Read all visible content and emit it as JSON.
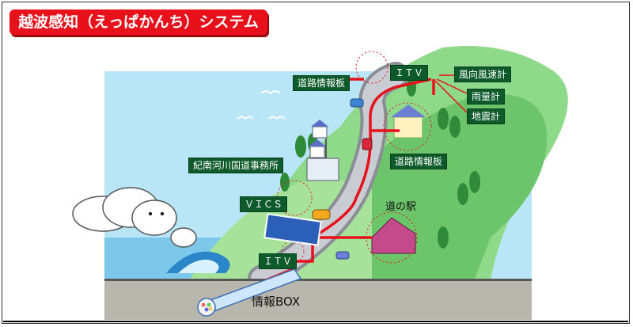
{
  "title": "越波感知（えっぱかんち）システム",
  "labels": {
    "road_info_board_top": "道路情報板",
    "itv_top": "ＩＴＶ",
    "wind_gauge": "風向風速計",
    "rain_gauge": "雨量計",
    "seismometer": "地震計",
    "road_info_board_right": "道路情報板",
    "office": "紀南河川国道事務所",
    "vics": "ＶＩＣＳ",
    "michi_no_eki": "道の駅",
    "itv_bottom": "ＩＴＶ",
    "info_box": "情報BOX"
  },
  "colors": {
    "title_bg": "#e8101a",
    "label_bg": "#0d5a2a",
    "network_line": "#e8101a",
    "sky": "#b8e6f7",
    "hill": "#7fd17a",
    "ground": "#b9b7ad"
  }
}
